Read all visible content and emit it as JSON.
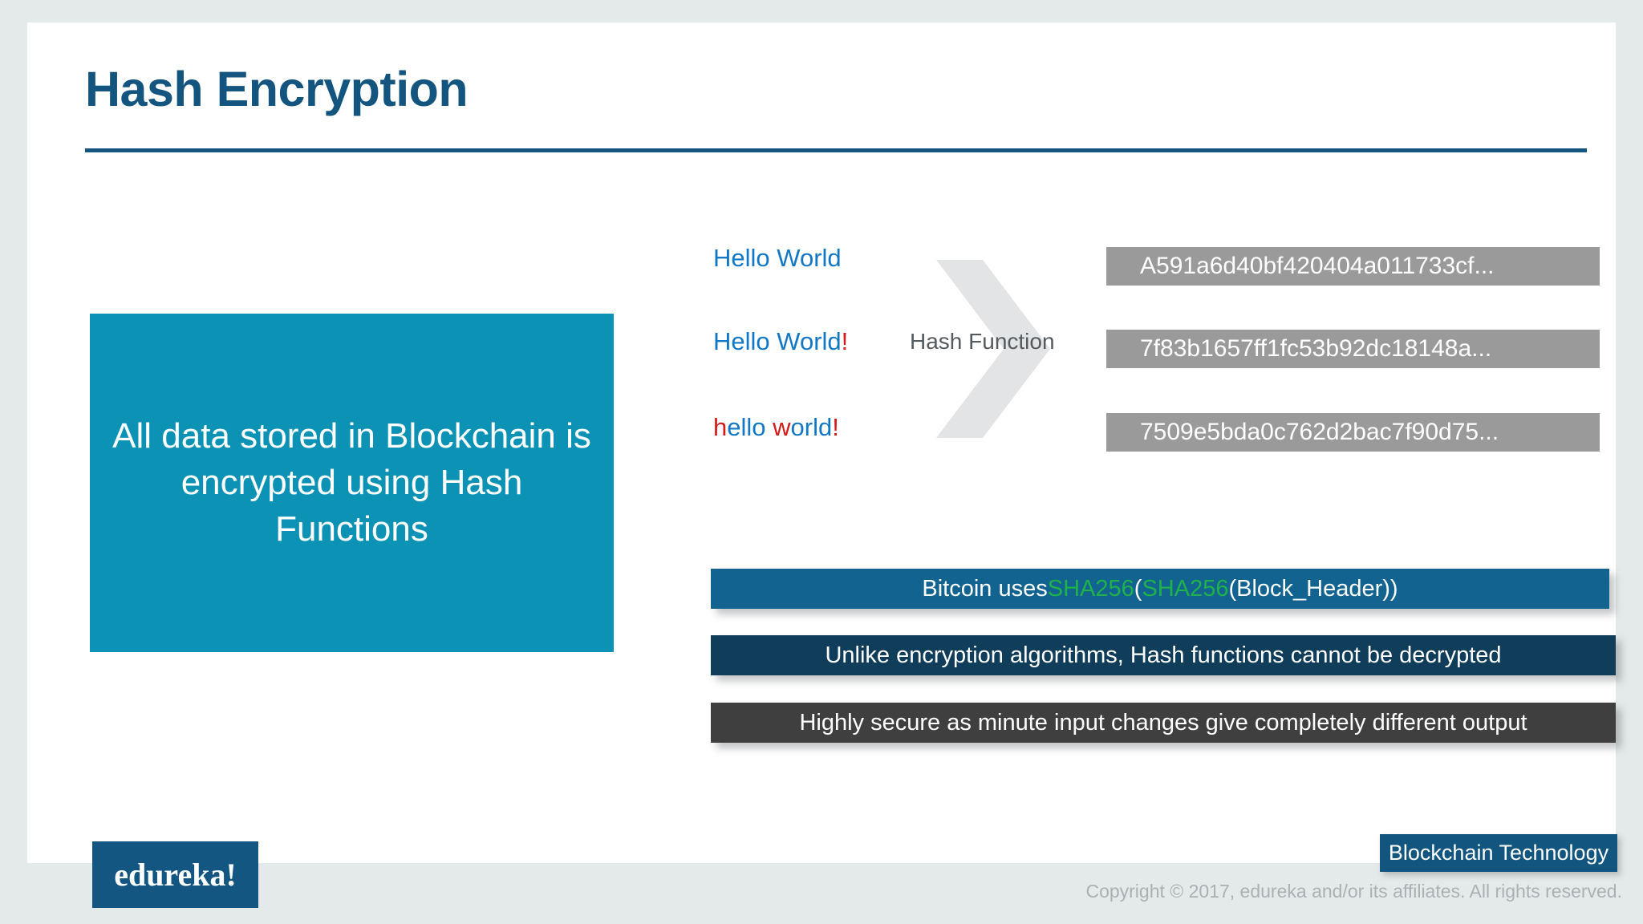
{
  "slide": {
    "title": "Hash Encryption",
    "statement": "All data stored in Blockchain is encrypted using Hash Functions",
    "hash_function_label": "Hash Function",
    "demo_rows": [
      {
        "input_plain": "Hello World",
        "input_segments": [
          {
            "text": "Hello World",
            "color": "#1277c4"
          }
        ],
        "output": "A591a6d40bf420404a011733cf..."
      },
      {
        "input_plain": "Hello World!",
        "input_segments": [
          {
            "text": "Hello World",
            "color": "#1277c4"
          },
          {
            "text": "!",
            "color": "#d41a1a"
          }
        ],
        "output": "7f83b1657ff1fc53b92dc18148a..."
      },
      {
        "input_plain": "hello world!",
        "input_segments": [
          {
            "text": "h",
            "color": "#d41a1a"
          },
          {
            "text": "ello ",
            "color": "#1277c4"
          },
          {
            "text": "w",
            "color": "#d41a1a"
          },
          {
            "text": "orld",
            "color": "#1277c4"
          },
          {
            "text": "!",
            "color": "#d41a1a"
          }
        ],
        "output": "7509e5bda0c762d2bac7f90d75..."
      }
    ],
    "facts": [
      {
        "plain": "Bitcoin uses SHA256(SHA256(Block_Header))",
        "segments": [
          {
            "text": "Bitcoin uses ",
            "accent": false
          },
          {
            "text": "SHA256",
            "accent": true
          },
          {
            "text": "(",
            "accent": false
          },
          {
            "text": "SHA256",
            "accent": true
          },
          {
            "text": "(Block_Header))",
            "accent": false
          }
        ]
      },
      {
        "plain": "Unlike encryption algorithms, Hash functions cannot be decrypted",
        "segments": [
          {
            "text": "Unlike encryption algorithms, Hash functions cannot be decrypted",
            "accent": false
          }
        ]
      },
      {
        "plain": "Highly secure as minute input changes give completely different output",
        "segments": [
          {
            "text": "Highly secure as minute input changes give completely different output",
            "accent": false
          }
        ]
      }
    ],
    "course_badge": "Blockchain Technology"
  },
  "footer": {
    "brand": "edureka!",
    "copyright": "Copyright © 2017, edureka and/or its affiliates. All rights reserved."
  },
  "colors": {
    "title_blue": "#14557f",
    "statement_teal": "#0b92b4",
    "input_blue": "#1277c4",
    "input_accent_red": "#d41a1a",
    "hash_bar_gray": "#9a9a9a",
    "fact_bar_1": "#12638f",
    "fact_bar_2": "#103d59",
    "fact_bar_3": "#3f3f3f",
    "sha_green": "#1fb24a",
    "badge_blue": "#12557f",
    "logo_blue": "#135681",
    "page_background": "#e4e9e9"
  }
}
